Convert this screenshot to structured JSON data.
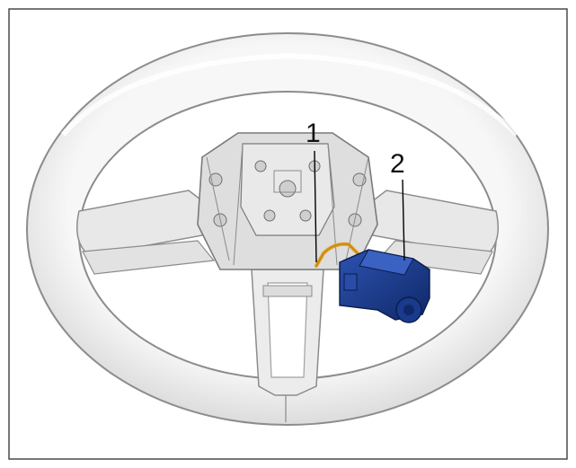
{
  "callouts": [
    {
      "number": "1",
      "part": "wiring-harness"
    },
    {
      "number": "2",
      "part": "connector-module"
    }
  ],
  "colors": {
    "border": "#4a4a4a",
    "wheel_fill": "#eeeeee",
    "wheel_edge": "#9a9a9a",
    "spoke_fill": "#e6e6e6",
    "hub_fill": "#dcdcdc",
    "harness": "#e0a020",
    "module": "#1a3a8c",
    "module_dark": "#0f2868",
    "leader": "#000000"
  }
}
